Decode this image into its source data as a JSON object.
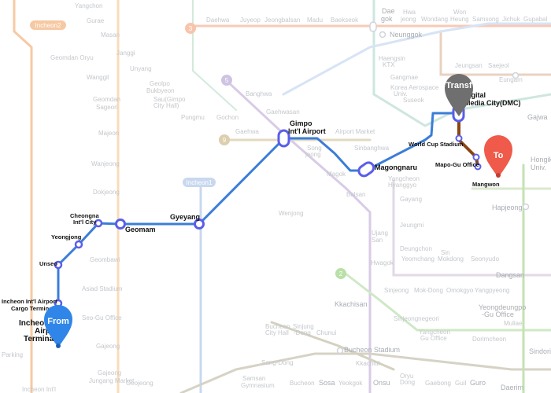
{
  "colors": {
    "route_blue": "#3b7dd8",
    "route_brown": "#8b4513",
    "station_ring": "#5a5ee8",
    "pin_from": "#2f86e8",
    "pin_transfer": "#6f6f6f",
    "pin_to": "#ef5a4a"
  },
  "pins": {
    "from": "From",
    "transfer": "Transf",
    "to": "To"
  },
  "route_stations": {
    "incheon_t2_a": "Incheon I",
    "incheon_t2_b": "Airpo",
    "incheon_t2_c": "Terminal 2",
    "cargo_a": "Incheon Int'l Airport",
    "cargo_b": "Cargo Terminal",
    "unseo": "Unseo",
    "yeongjong": "Yeongjong",
    "cheongna_a": "Cheongna",
    "cheongna_b": "Int'l City",
    "geomam": "Geomam",
    "gyeyang": "Gyeyang",
    "gimpo_a": "Gimpo",
    "gimpo_b": "Int'l Airport",
    "magongnaru": "Magongnaru",
    "dmc_a": "igital",
    "dmc_b": "Media City(DMC)",
    "world_cup": "World Cup Stadium",
    "mapogu": "Mapo-Gu Office",
    "mangwon": "Mangwon"
  },
  "background_labels": {
    "yangchon": "Yangchon",
    "gurae": "Gurae",
    "masan": "Masan",
    "geomdan_oryu": "Geomdan Oryu",
    "janggi": "Janggi",
    "unyang": "Unyang",
    "wanggil": "Wanggil",
    "geomdan_sageori_a": "Geomdan",
    "geomdan_sageori_b": "Sageori",
    "majeon": "Majeon",
    "wanjeong": "Wanjeong",
    "dokjeong": "Dokjeong",
    "geombawi": "Geombawi",
    "asiad_stadium": "Asiad Stadium",
    "seogu_office": "Seo-Gu Office",
    "gajeong": "Gajeong",
    "gajeong_market_a": "Gajeong",
    "gajeong_market_b": "Jungang Market",
    "geojeong": "Geojeong",
    "parking": "Parking",
    "incheon_t1": "Incheon Int'l",
    "geolpo_a": "Geolpo",
    "geolpo_b": "Bukbyeon",
    "sawoo_a": "Sau(Gimpo",
    "sawoo_b": "City Hall)",
    "pungmu": "Pungmu",
    "gochon": "Gochon",
    "banghwa": "Banghwa",
    "gaehwasan": "Gaehwasan",
    "gaehwa": "Gaehwa",
    "airport_market": "Airport Market",
    "songjeong_a": "Song",
    "songjeong_b": "jeong",
    "magok": "Magok",
    "sinbanghwa": "Sinbanghwa",
    "balsan": "Balsan",
    "yangcheon_a": "Yangcheon",
    "yangcheon_b": "Hyanggyo",
    "gayang": "Gayang",
    "jeungmi": "Jeungmi",
    "deungchon": "Deungchon",
    "yeomchang": "Yeomchang",
    "sinmokdong_a": "Sin",
    "sinmokdong_b": "Mokdong",
    "seonyudo": "Seonyudo",
    "ujangsan_a": "Ujang",
    "ujangsan_b": "San",
    "hwagok": "Hwagok",
    "kkachisan": "Kkachisan",
    "sinjeong": "Sinjeong",
    "mokdong": "Mok-Dong",
    "omokgyo": "Omokgyo",
    "yangpyeong": "Yangpyeong",
    "dangsan": "Dangsan",
    "yeongdeungpo_a": "Yeongdeungpo",
    "yeongdeungpo_b": "-Gu Office",
    "mullae": "Mullae",
    "sinjeongnegeori": "Sinjeongnegeori",
    "sindorim": "Sindorim",
    "yangcheon_gu_a": "Yangcheon",
    "yangcheon_gu_b": "Gu Office",
    "dorimcheon": "Dorimcheon",
    "bucheon_city_a": "Bucheon",
    "bucheon_city_b": "City Hall",
    "sinjung_a": "Sinjung",
    "sinjung_b": "-Dong",
    "chunui": "Chunui",
    "bucheon_stadium": "Bucheon Stadium",
    "sangdong": "Sang-Dong",
    "samsan_a": "Samsan",
    "samsan_b": "Gymnasium",
    "kkachiul": "Kkachiul",
    "bucheon": "Bucheon",
    "sosa": "Sosa",
    "yeokgok": "Yeokgok",
    "onsu": "Onsu",
    "oryudong_a": "Oryu",
    "oryudong_b": "Dong",
    "gaebong": "Gaebong",
    "guil": "Guil",
    "guro": "Guro",
    "daerim": "Daerim",
    "wenjong": "Wenjong",
    "daehwa": "Daehwa",
    "juyeop": "Juyeop",
    "jeongbalsan": "Jeongbalsan",
    "madu": "Madu",
    "baekseok": "Baekseok",
    "daegok_a": "Dae",
    "daegok_b": "gok",
    "hwajeong_a": "Hwa",
    "hwajeong_b": "jeong",
    "wondang": "Wondang",
    "wonheung_a": "Won",
    "wonheung_b": "Heung",
    "samsong": "Samsong",
    "jichuk": "Jichuk",
    "gupabal": "Gupabal",
    "neunggok": "Neunggok",
    "haengsin_a": "Haengsin",
    "haengsin_b": "KTX",
    "gangmae": "Gangmae",
    "korea_aerospace_a": "Korea Aerospace",
    "korea_aerospace_b": "Univ.",
    "suseok": "Suseok",
    "jeungsan": "Jeungsan",
    "saejeol": "Saejeol",
    "eungam": "Eungam",
    "gajwa": "Gajwa",
    "hongik_a": "Hongik",
    "hongik_b": "Univ.",
    "hapjeong": "Hapjeong",
    "gyeyang_line_badge": "Incheon2",
    "incheon1_badge": "Incheon1",
    "line_badge_3": "3",
    "line_badge_5": "5",
    "line_badge_9": "9",
    "line_badge_2": "2"
  }
}
